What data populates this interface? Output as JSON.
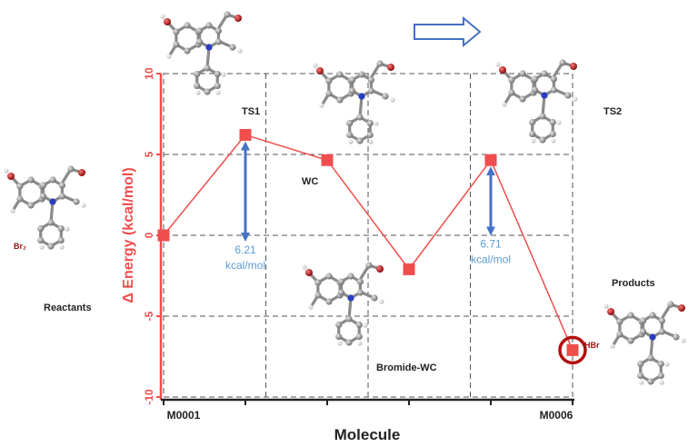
{
  "chart_data": {
    "type": "line",
    "xlabel": "Molecule",
    "ylabel": "Δ Energy (kcal/mol)",
    "ylim": [
      -10,
      10
    ],
    "yticks": [
      -10,
      -5,
      0,
      5,
      10
    ],
    "xtick_labels": [
      "M0001",
      "",
      "",
      "",
      "",
      "M0006"
    ],
    "grid": true,
    "series": [
      {
        "x": [
          1,
          2,
          3,
          4,
          5,
          6
        ],
        "values": [
          0,
          6.21,
          4.65,
          -2.1,
          4.65,
          -7.1
        ]
      }
    ],
    "highlighted_point": 5,
    "barriers": [
      {
        "from_index": 0,
        "to_index": 1,
        "value_text": "6.21",
        "unit_text": "kcal/mol"
      },
      {
        "from_index": 3,
        "to_index": 4,
        "value_text": "6.71",
        "unit_text": "kcal/mol"
      }
    ],
    "annotations": [
      "Reactants",
      "TS1",
      "WC",
      "Bromide-WC",
      "TS2",
      "Products",
      "Br₂",
      "HBr"
    ],
    "colors": {
      "series": "#f04d4d",
      "axis": "#f04d4d",
      "arrow": "#4472c4",
      "barrier_text": "#5b9bd5",
      "molecule_label": "#a31515"
    }
  }
}
